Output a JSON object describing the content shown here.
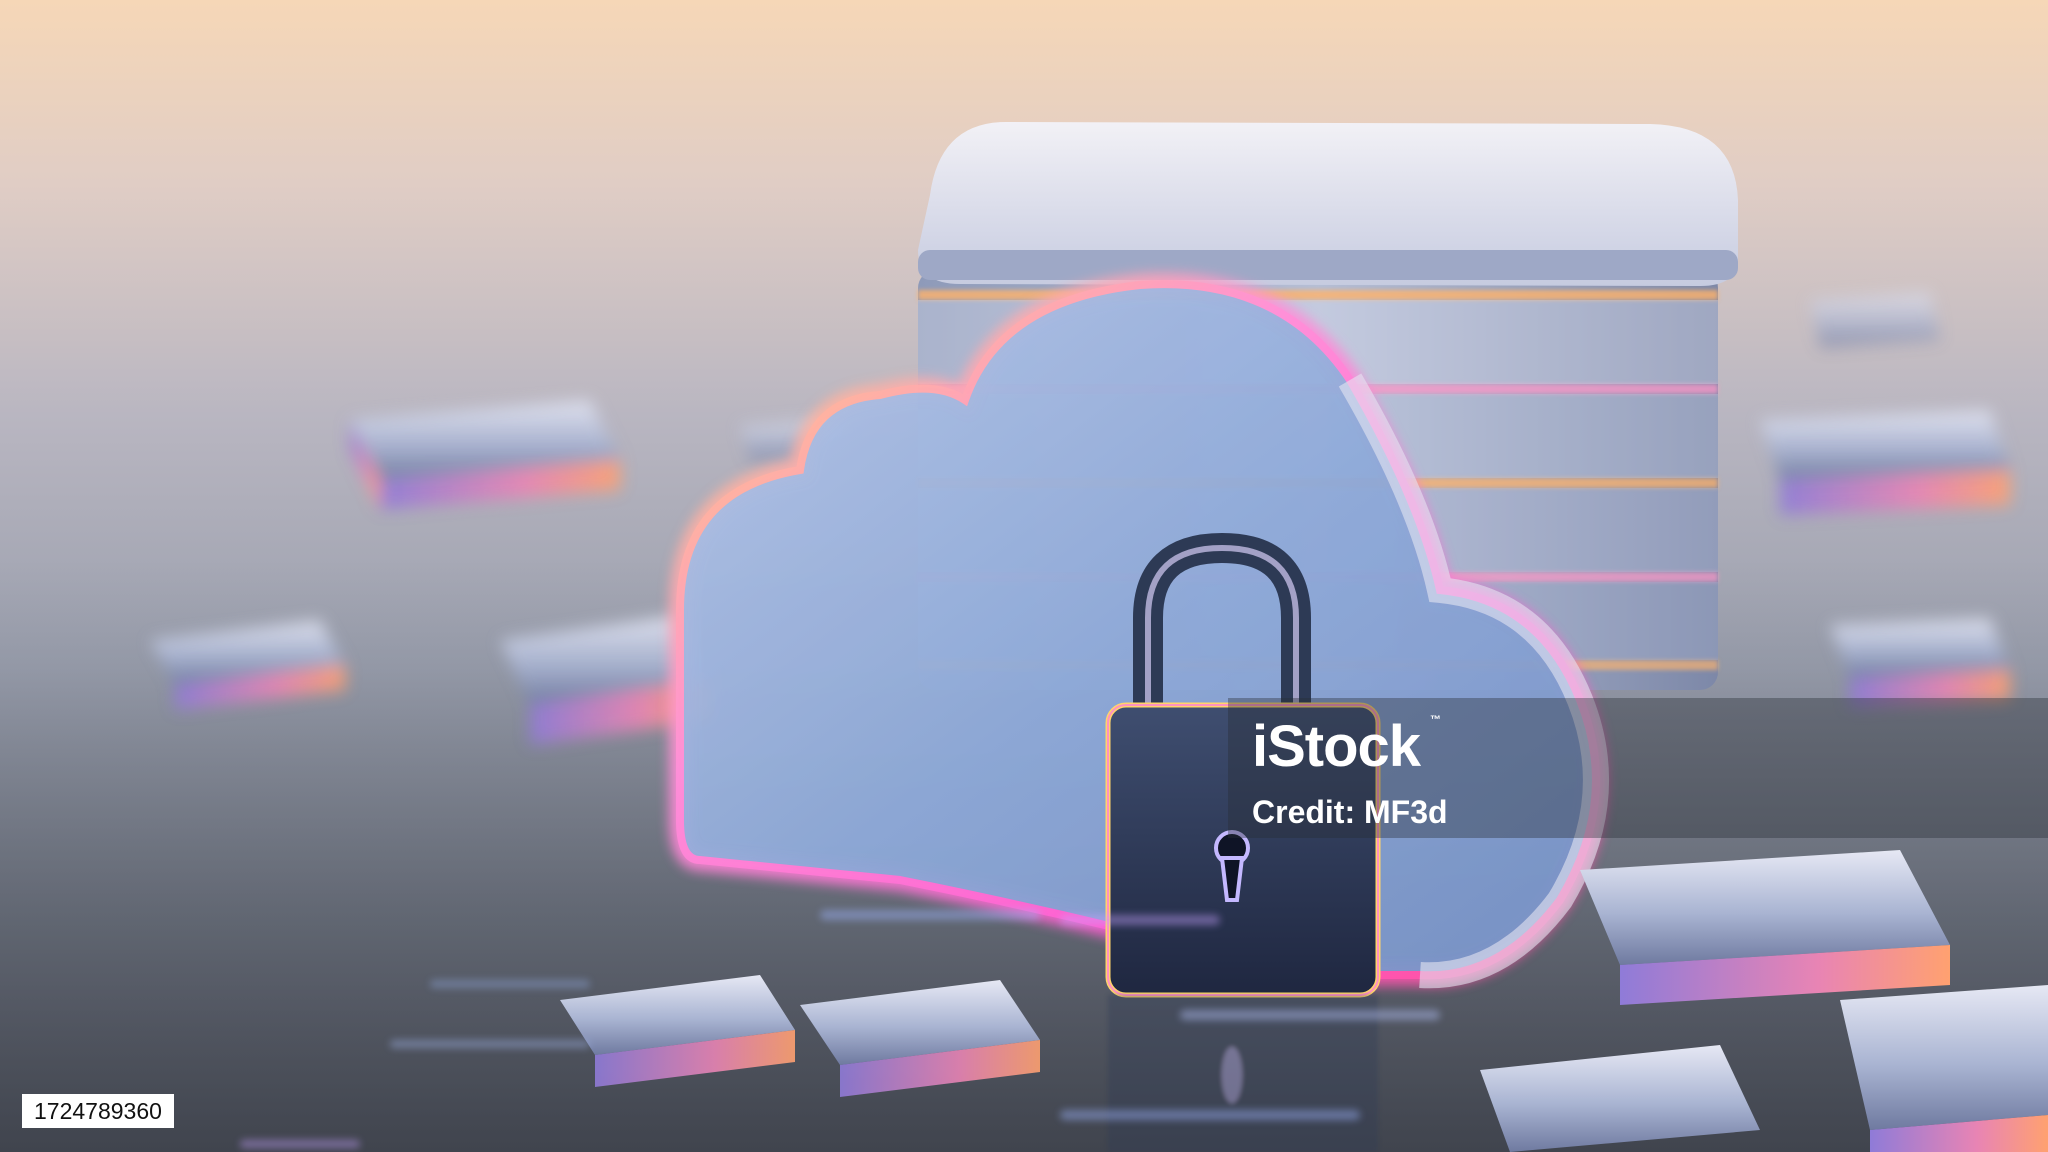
{
  "watermark": {
    "logo_text": "iStock",
    "trademark": "™",
    "credit": "Credit: MF3d"
  },
  "image_id": "1724789360",
  "palette": {
    "background_top": "#f6d7b7",
    "background_bottom": "#4e525b",
    "glow_pink": "#ff5fd2",
    "glow_orange": "#ffb36b",
    "glass_blue": "#8ea9d8",
    "lock_dark": "#2d3a55"
  }
}
